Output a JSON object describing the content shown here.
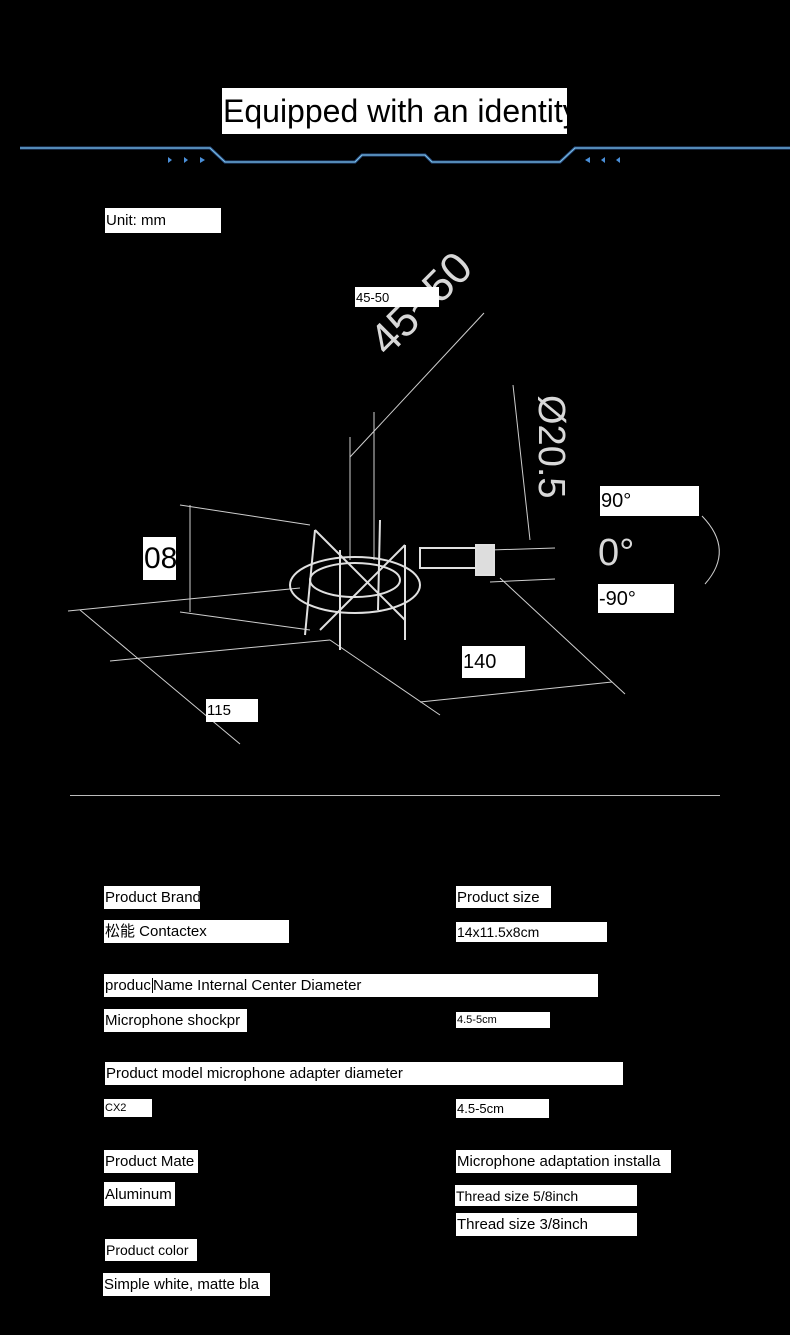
{
  "header": {
    "title": "Equipped with an identity",
    "unit": "Unit: mm"
  },
  "diagram": {
    "dim_top_label": "45-50",
    "dim_top_drawn": "45~50",
    "dim_diameter": "Ø20.5",
    "angle_up": "90°",
    "angle_zero": "0°",
    "angle_down": "-90°",
    "dim_height": "08",
    "dim_length": "140",
    "dim_width": "115",
    "accent_color": "#4a8fd8"
  },
  "specs": {
    "brand_label": "Product Brand",
    "brand_value": "松能 Contactex",
    "size_label": "Product size",
    "size_value": "14x11.5x8cm",
    "name_label_a": "produc",
    "name_label_b": "Name Internal Center Diameter",
    "name_value": "Microphone shockpr",
    "inner_diameter_value": "4.5-5cm",
    "model_label": "Product model microphone adapter diameter",
    "model_value": "CX2",
    "adapter_diameter_value": "4.5-5cm",
    "material_label": "Product Mate",
    "material_value": "Aluminum",
    "install_label": "Microphone adaptation installa",
    "thread_1": "Thread size 5/8inch",
    "thread_2": "Thread size 3/8inch",
    "color_label": "Product color",
    "color_value": "Simple white, matte bla"
  }
}
